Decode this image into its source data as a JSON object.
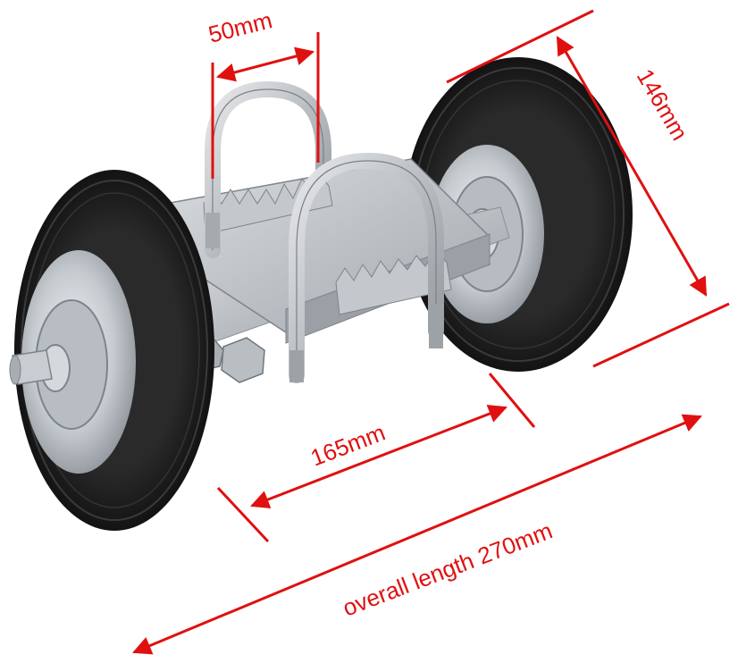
{
  "product": {
    "name": "gate wheel kit with twin rubber wheels, zinc plated clamp bracket and U-bolts"
  },
  "dimensions": {
    "ubolt_gap": "50mm",
    "wheel_diameter": "146mm",
    "wheel_spacing": "165mm",
    "overall_length": "overall length 270mm"
  },
  "colors": {
    "annotation": "#e01010",
    "tyre": "#1c1c1c",
    "metal": "#c8ccd0",
    "background": "#ffffff"
  }
}
